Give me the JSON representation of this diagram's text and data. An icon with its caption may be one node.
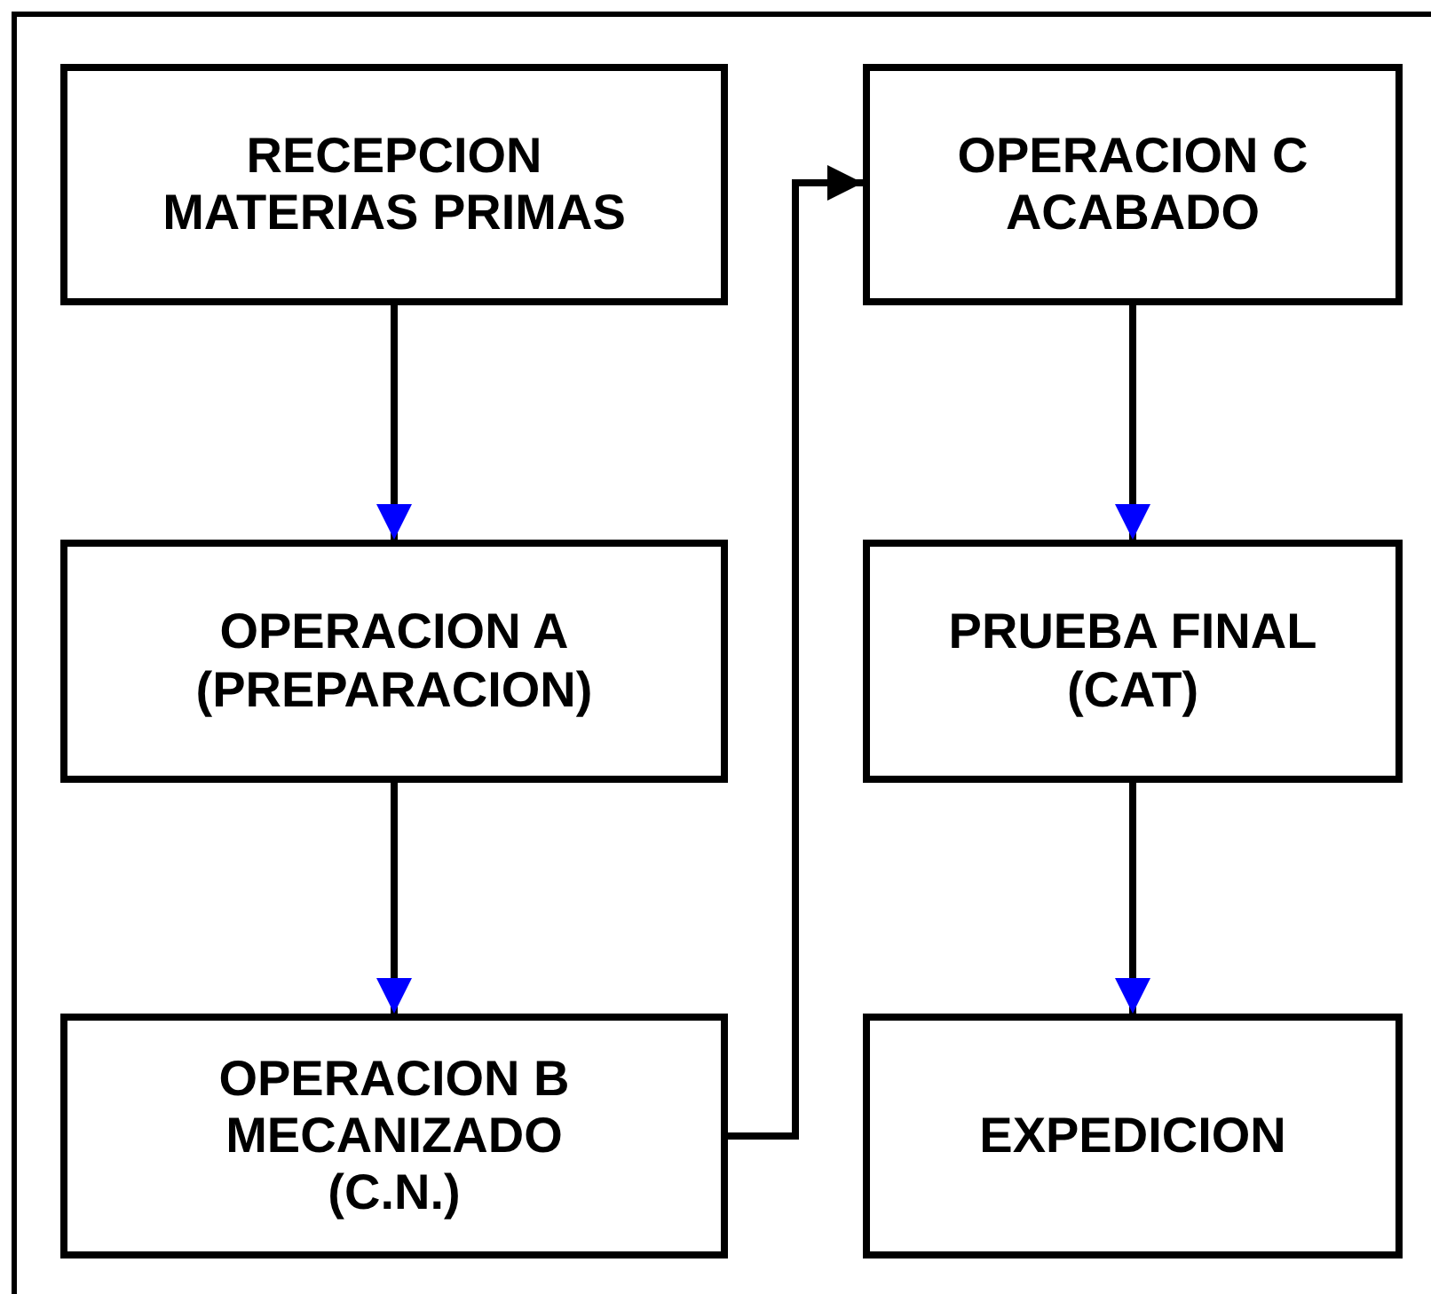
{
  "diagram": {
    "nodes": [
      {
        "text": [
          "RECEPCION MATERIAS PRIMAS"
        ]
      },
      {
        "text": [
          "OPERACION A (PREPARACION)"
        ]
      },
      {
        "text": [
          "OPERACION B MECANIZADO (C.N.)"
        ]
      },
      {
        "text": [
          "OPERACION C ACABADO"
        ]
      },
      {
        "text": [
          "PRUEBA FINAL (CAT)"
        ]
      },
      {
        "text": [
          "EXPEDICION"
        ]
      }
    ],
    "edges": [
      {
        "from": 0,
        "to": 1,
        "arrow": "to"
      },
      {
        "from": 1,
        "to": 2,
        "arrow": "to"
      },
      {
        "from": 2,
        "to": 3,
        "arrow": "to",
        "color": "#000000"
      },
      {
        "from": 3,
        "to": 4,
        "arrow": "to"
      },
      {
        "from": 4,
        "to": 5,
        "arrow": "to"
      }
    ]
  }
}
